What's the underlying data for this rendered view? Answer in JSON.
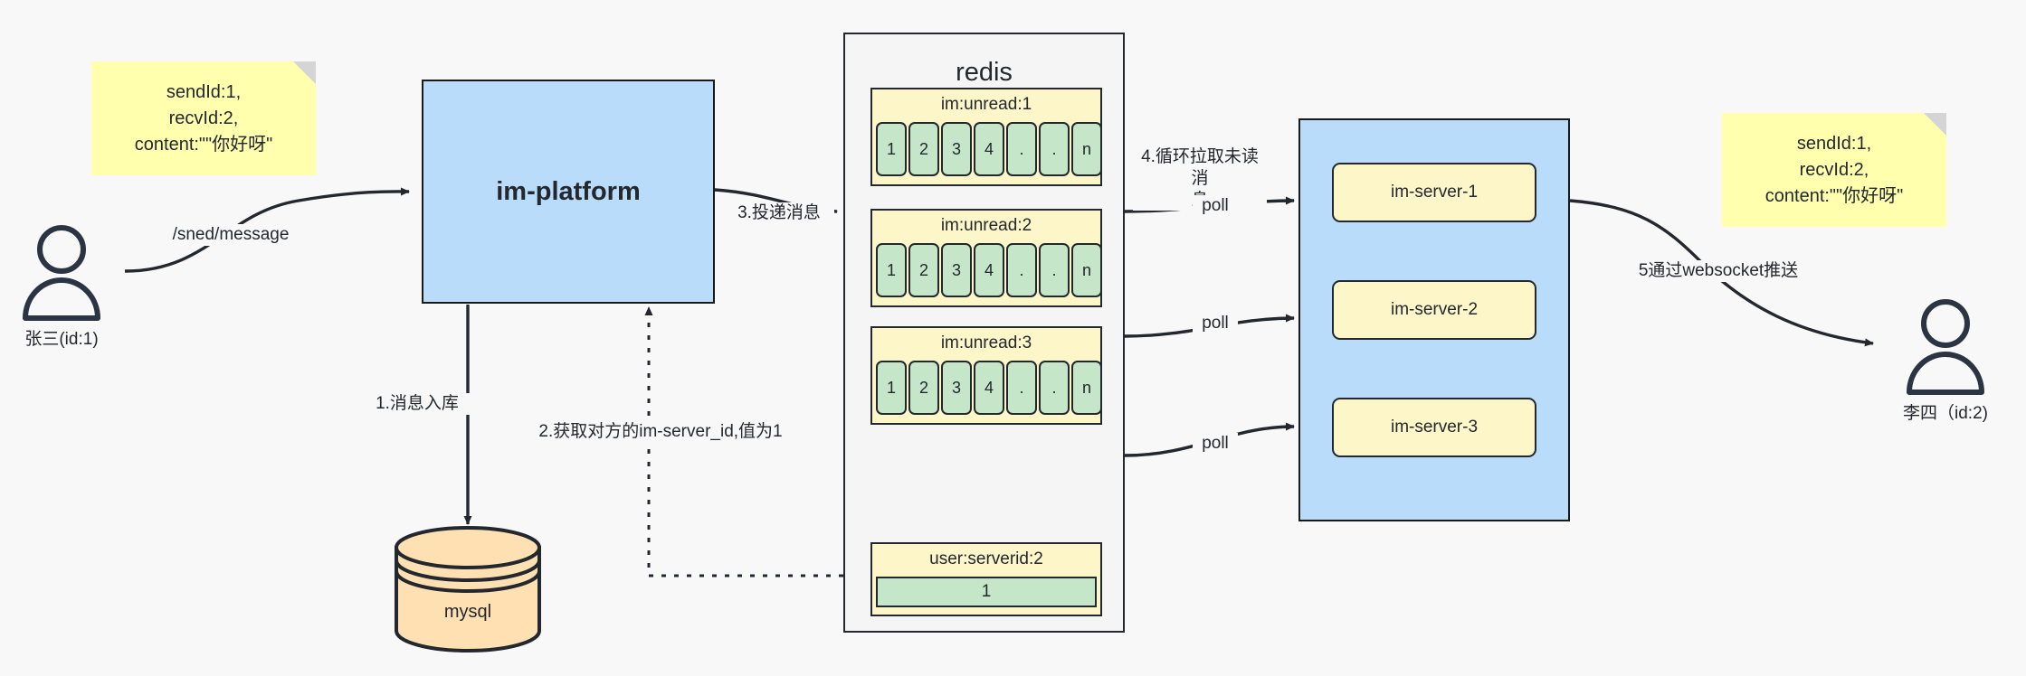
{
  "diagram": {
    "title": "IM message delivery architecture",
    "background": "#f8f8f8"
  },
  "notes": {
    "left": {
      "text": "sendId:1,\nrecvId:2,\ncontent:\"\"你好呀\"",
      "color": "#ffffad"
    },
    "right": {
      "text": "sendId:1,\nrecvId:2,\ncontent:\"\"你好呀\"",
      "color": "#ffffad"
    }
  },
  "actors": {
    "sender": {
      "label": "张三(id:1)"
    },
    "receiver": {
      "label": "李四（id:2)"
    }
  },
  "platform": {
    "label": "im-platform",
    "color": "#b8dcfa"
  },
  "database": {
    "label": "mysql",
    "color": "#ffe0b2"
  },
  "redis": {
    "title": "redis",
    "color": "#f5f5f5",
    "lists": [
      {
        "key": "im:unread:1",
        "cells": [
          "1",
          "2",
          "3",
          "4",
          ".",
          ".",
          "n"
        ]
      },
      {
        "key": "im:unread:2",
        "cells": [
          "1",
          "2",
          "3",
          "4",
          ".",
          ".",
          "n"
        ]
      },
      {
        "key": "im:unread:3",
        "cells": [
          "1",
          "2",
          "3",
          "4",
          ".",
          ".",
          "n"
        ]
      }
    ],
    "kv": {
      "key": "user:serverid:2",
      "value": "1"
    }
  },
  "server_cluster": {
    "color": "#b8dcfa",
    "servers": [
      {
        "label": "im-server-1"
      },
      {
        "label": "im-server-2"
      },
      {
        "label": "im-server-3"
      }
    ]
  },
  "edges": {
    "send_message": "/sned/message",
    "step1": "1.消息入库",
    "step2": "2.获取对方的im-server_id,值为1",
    "step3": "3.投递消息",
    "step4": "4.循环拉取未读消\n息",
    "poll1": "poll",
    "poll2": "poll",
    "poll3": "poll",
    "step5": "5通过websocket推送"
  }
}
